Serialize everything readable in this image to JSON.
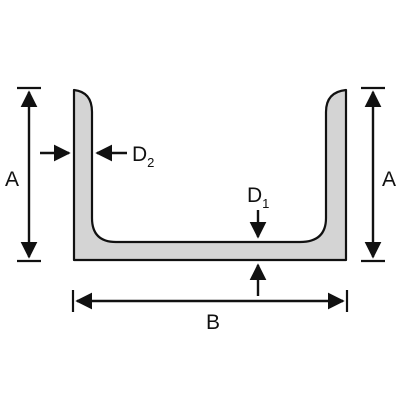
{
  "diagram": {
    "labels": {
      "left_height": "A",
      "right_height": "A",
      "width": "B",
      "web_thickness": {
        "letter": "D",
        "subscript": "1"
      },
      "flange_thickness": {
        "letter": "D",
        "subscript": "2"
      }
    },
    "colors": {
      "profile_fill": "#d4d4d4",
      "stroke": "#111111",
      "background": "#ffffff"
    }
  }
}
